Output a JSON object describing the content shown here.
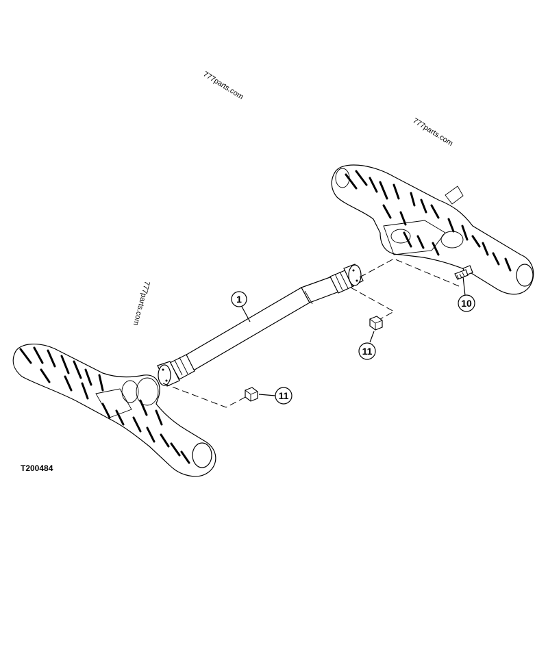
{
  "figure_id": "T200484",
  "watermarks": [
    "777parts.com",
    "777parts.com",
    "777parts.com"
  ],
  "callouts": [
    "1",
    "10",
    "11",
    "11"
  ]
}
